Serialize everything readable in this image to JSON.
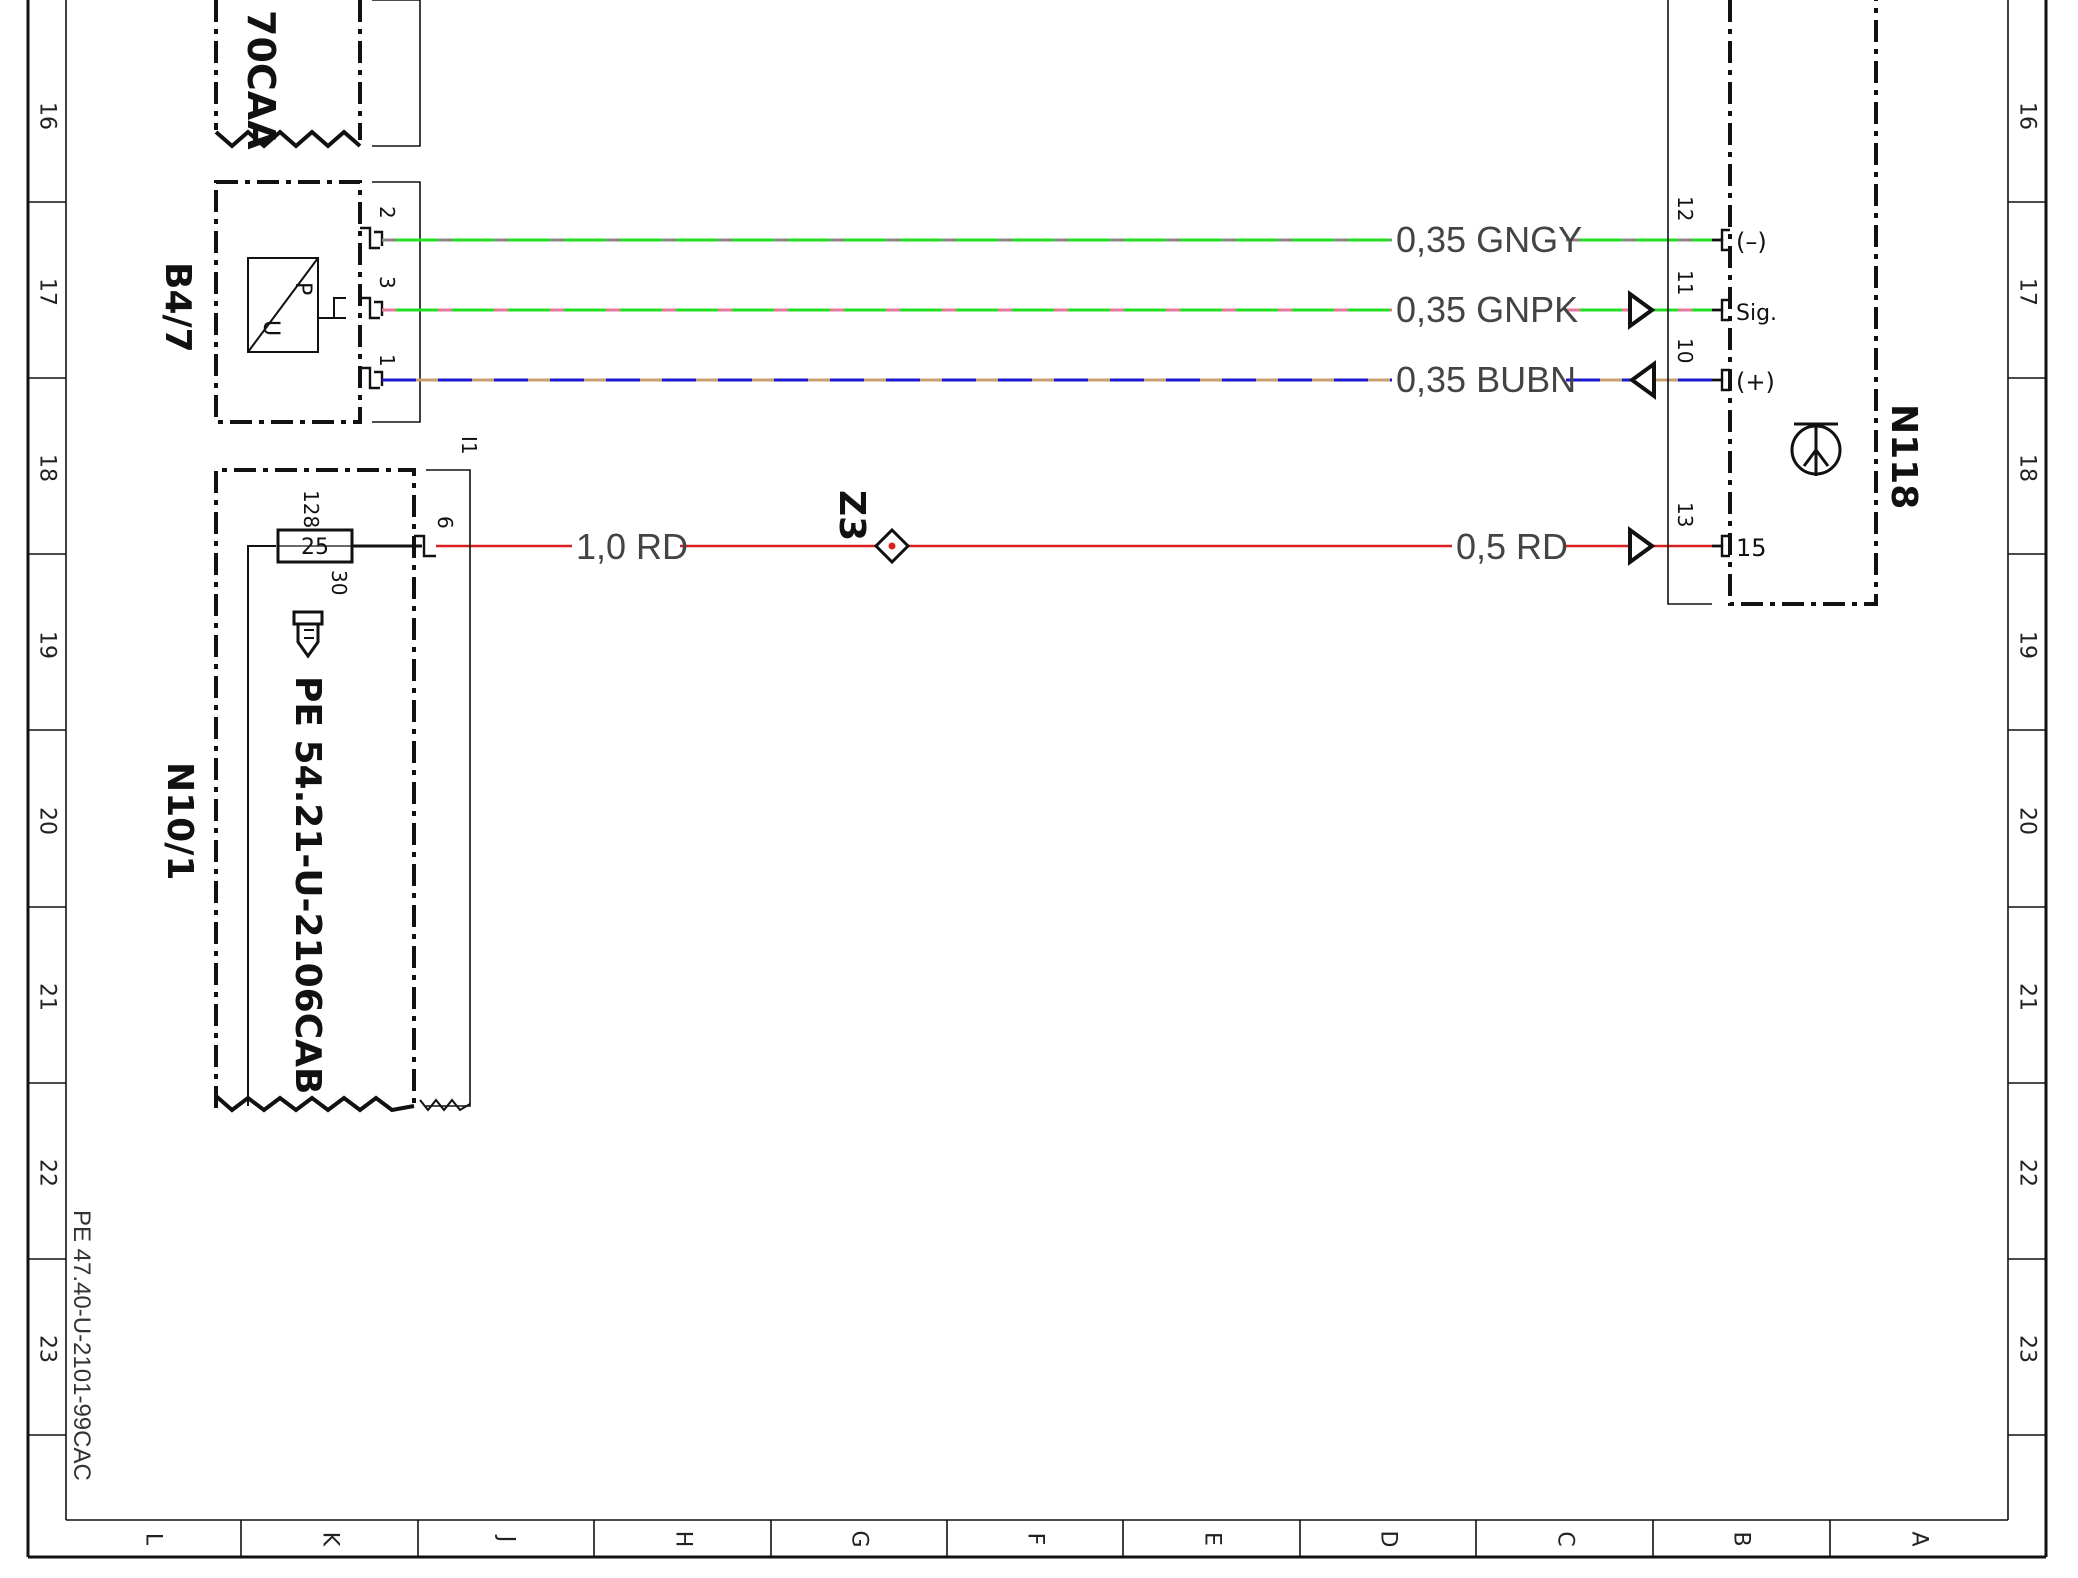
{
  "colors": {
    "frame": "#111111",
    "green": "#22dd22",
    "gray": "#888888",
    "pink": "#e7799a",
    "blue": "#1a1ad0",
    "brown": "#c8a070",
    "red": "#d82020"
  },
  "frame": {
    "row_numbers": [
      "16",
      "17",
      "18",
      "19",
      "20",
      "21",
      "22",
      "23"
    ],
    "column_letters": [
      "L",
      "K",
      "J",
      "H",
      "G",
      "F",
      "E",
      "D",
      "C",
      "B",
      "A"
    ],
    "sheet_code": "PE 47.40-U-2101-99CAC"
  },
  "components": {
    "top_fragment": "70CAA",
    "sensor": {
      "label": "B4/7",
      "symbol_top": "P",
      "symbol_bottom": "U",
      "pins": [
        "2",
        "3",
        "1"
      ]
    },
    "fuse_box": {
      "label": "N10/1",
      "fuse_value": "25",
      "fuse_pin_in": "128",
      "fuse_pin_out": "30",
      "output_pin": "6",
      "connector_tag": "I1",
      "reference": "PE 54.21-U-2106CAB"
    },
    "module": {
      "label": "N118",
      "pins": [
        "12",
        "11",
        "10",
        "13"
      ],
      "pin_functions": [
        "(–)",
        "Sig.",
        "(+)",
        "15"
      ]
    },
    "splice": {
      "label": "Z3"
    }
  },
  "wires": [
    {
      "name": "gngy",
      "label": "0,35 GNGY"
    },
    {
      "name": "gnpk",
      "label": "0,35 GNPK"
    },
    {
      "name": "bubn",
      "label": "0,35 BUBN"
    },
    {
      "name": "rd-left",
      "label": "1,0 RD"
    },
    {
      "name": "rd-right",
      "label": "0,5 RD"
    }
  ]
}
